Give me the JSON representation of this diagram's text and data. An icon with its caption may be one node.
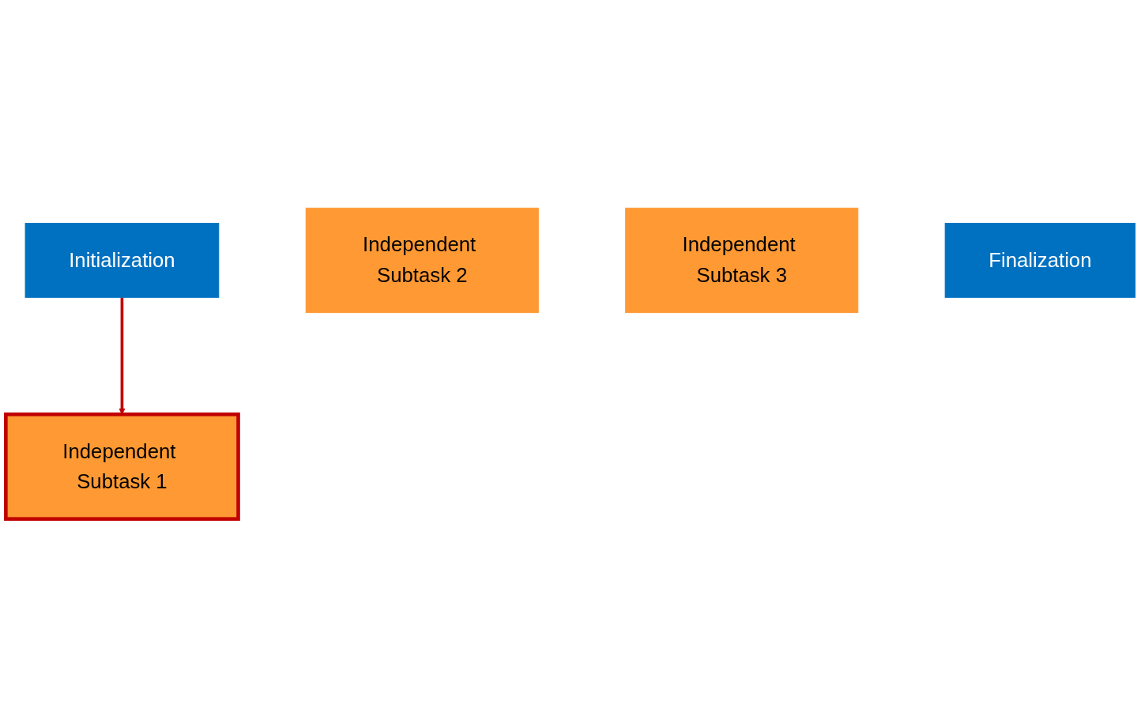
{
  "diagram": {
    "nodes": [
      {
        "text": [
          "Initialization"
        ]
      },
      {
        "text": [
          "Independent Subtask 1"
        ]
      },
      {
        "text": [
          "Independent Subtask 2"
        ]
      },
      {
        "text": [
          "Independent Subtask 3"
        ]
      },
      {
        "text": [
          "Finalization"
        ]
      }
    ],
    "edges": [
      {
        "from": 0,
        "to": 1,
        "arrow": "to",
        "color": "#c00000"
      }
    ]
  }
}
